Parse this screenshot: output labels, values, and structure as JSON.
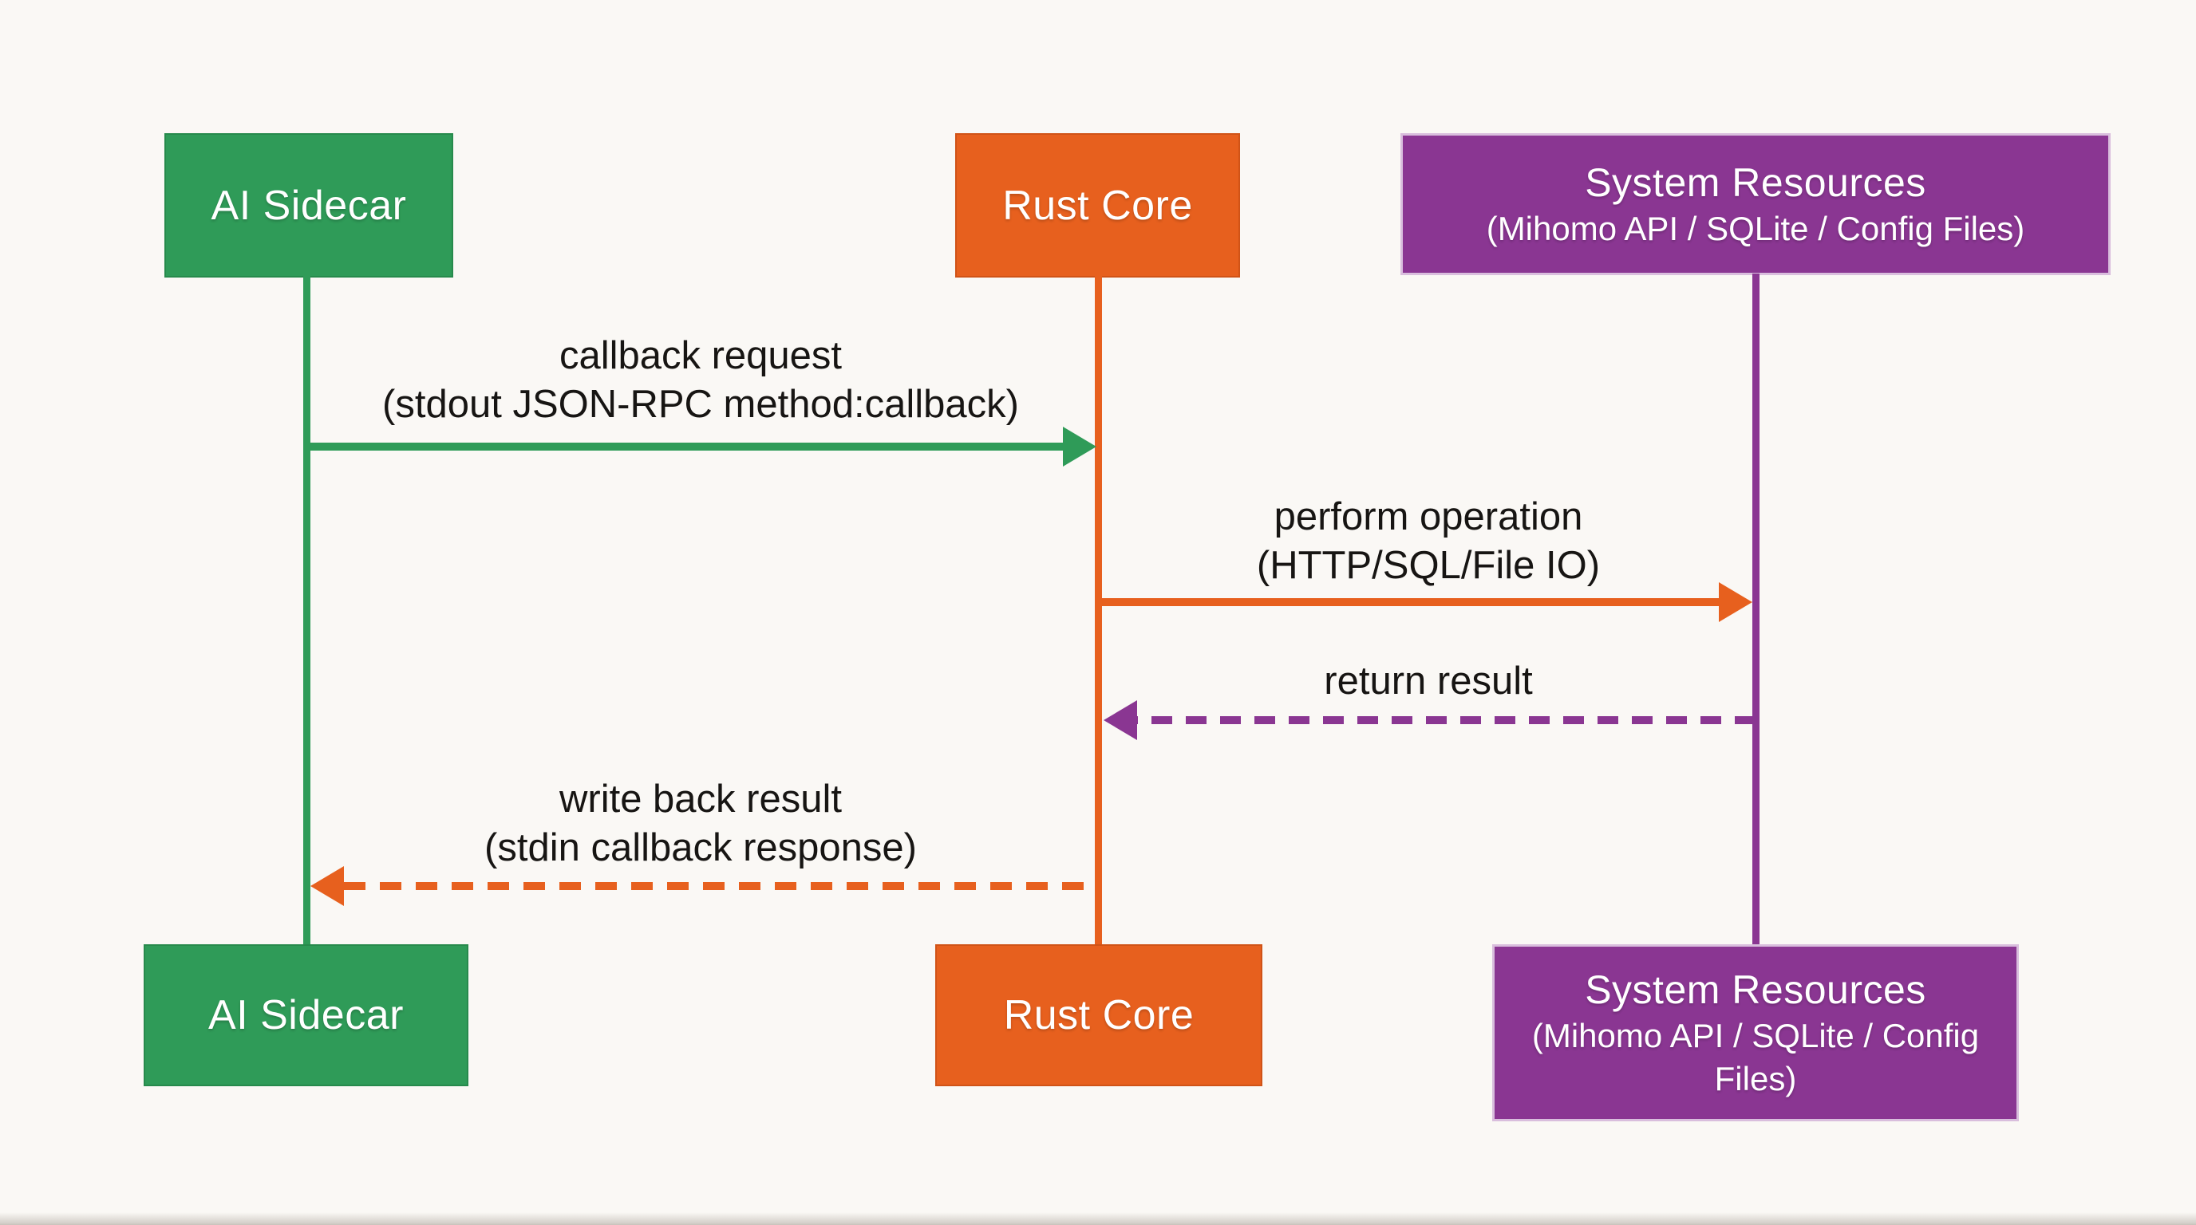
{
  "diagram": {
    "type": "sequence-diagram",
    "background_color": "#faf8f5",
    "palette": {
      "green": "#2f9b58",
      "orange": "#e7601e",
      "purple": "#8a3692",
      "label_text": "#171513",
      "actor_text": "#ffffff"
    },
    "actors": [
      {
        "id": "ai-sidecar",
        "label": "AI Sidecar",
        "color": "#2f9b58"
      },
      {
        "id": "rust-core",
        "label": "Rust Core",
        "color": "#e7601e"
      },
      {
        "id": "system-resources",
        "label": "System Resources",
        "sublabel": "(Mihomo API / SQLite / Config Files)",
        "color": "#8a3692"
      }
    ],
    "messages": [
      {
        "label": "callback request",
        "detail": "(stdout JSON-RPC method:callback)",
        "from": "ai-sidecar",
        "to": "rust-core",
        "line_style": "solid",
        "color": "#2f9b58",
        "direction": "right"
      },
      {
        "label": "perform operation",
        "detail": "(HTTP/SQL/File IO)",
        "from": "rust-core",
        "to": "system-resources",
        "line_style": "solid",
        "color": "#e7601e",
        "direction": "right"
      },
      {
        "label": "return result",
        "detail": "",
        "from": "system-resources",
        "to": "rust-core",
        "line_style": "dashed",
        "color": "#8a3692",
        "direction": "left"
      },
      {
        "label": "write back result",
        "detail": "(stdin callback response)",
        "from": "rust-core",
        "to": "ai-sidecar",
        "line_style": "dashed",
        "color": "#e7601e",
        "direction": "left"
      }
    ]
  }
}
